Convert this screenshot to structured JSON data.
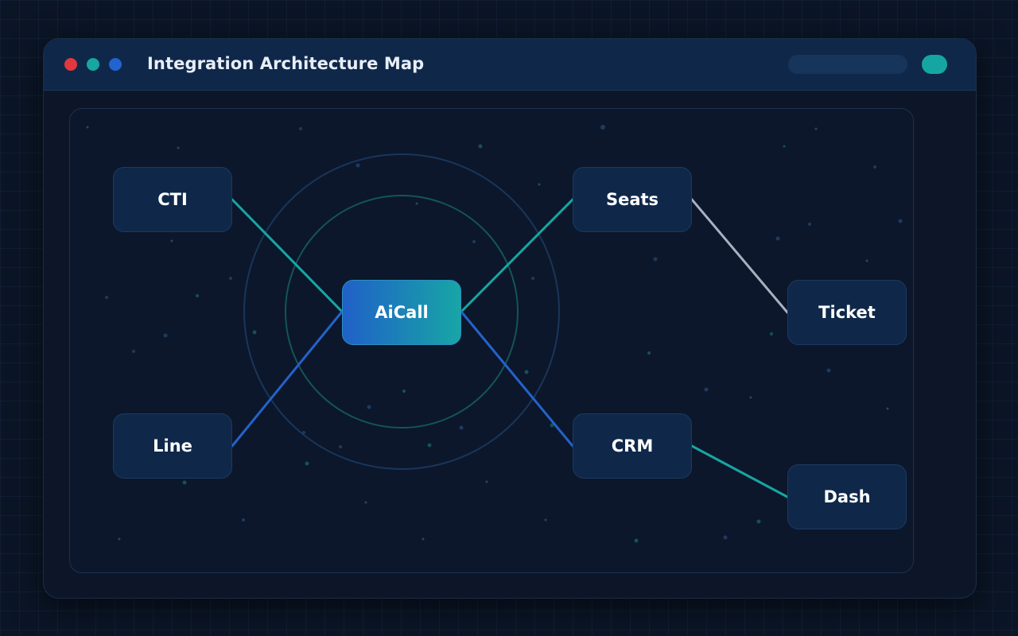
{
  "window": {
    "title": "Integration Architecture Map"
  },
  "colors": {
    "dot_red": "#e0383e",
    "dot_teal": "#17a6a2",
    "dot_blue": "#2163d0",
    "link_teal": "#17a6a2",
    "link_blue": "#2462c9",
    "link_gray": "#a7b1c0"
  },
  "diagram": {
    "nodes": [
      {
        "id": "aicall",
        "label": "AiCall",
        "kind": "center"
      },
      {
        "id": "cti",
        "label": "CTI",
        "kind": "peripheral"
      },
      {
        "id": "line",
        "label": "Line",
        "kind": "peripheral"
      },
      {
        "id": "seats",
        "label": "Seats",
        "kind": "peripheral"
      },
      {
        "id": "crm",
        "label": "CRM",
        "kind": "peripheral"
      },
      {
        "id": "ticket",
        "label": "Ticket",
        "kind": "peripheral"
      },
      {
        "id": "dash",
        "label": "Dash",
        "kind": "peripheral"
      }
    ],
    "edges": [
      {
        "from": "cti",
        "to": "aicall",
        "color": "#17a6a2"
      },
      {
        "from": "seats",
        "to": "aicall",
        "color": "#17a6a2"
      },
      {
        "from": "line",
        "to": "aicall",
        "color": "#2462c9"
      },
      {
        "from": "crm",
        "to": "aicall",
        "color": "#2462c9"
      },
      {
        "from": "seats",
        "to": "ticket",
        "color": "#a7b1c0"
      },
      {
        "from": "crm",
        "to": "dash",
        "color": "#17a6a2"
      }
    ]
  }
}
